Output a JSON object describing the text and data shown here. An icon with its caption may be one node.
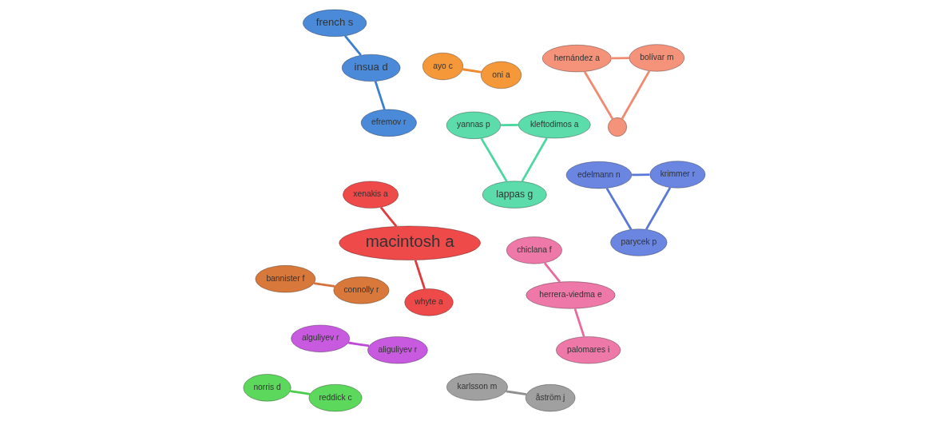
{
  "diagram": {
    "nodes": [
      {
        "text": [
          "alguliyev r"
        ]
      },
      {
        "text": [
          "aliguliyev r"
        ]
      },
      {
        "text": [
          "edelmann n"
        ]
      },
      {
        "text": [
          "krimmer r"
        ]
      },
      {
        "text": [
          "parycek p"
        ]
      },
      {
        "text": [
          "norris d"
        ]
      },
      {
        "text": [
          "reddick c"
        ]
      },
      {
        "text": [
          "french s"
        ]
      },
      {
        "text": [
          "insua d"
        ]
      },
      {
        "text": [
          "efremov r"
        ]
      },
      {
        "text": [
          "bannister f"
        ]
      },
      {
        "text": [
          "connolly r"
        ]
      },
      {
        "text": [
          "hernández a"
        ]
      },
      {
        "text": [
          "bolívar m"
        ]
      },
      {
        "text": [],
        "shape": "circle"
      },
      {
        "text": [
          "chiclana f"
        ]
      },
      {
        "text": [
          "herrera-viedma e"
        ]
      },
      {
        "text": [
          "palomares i"
        ]
      },
      {
        "text": [
          "yannas p"
        ]
      },
      {
        "text": [
          "kleftodimos a"
        ]
      },
      {
        "text": [
          "lappas g"
        ]
      },
      {
        "text": [
          "xenakis a"
        ]
      },
      {
        "text": [
          "karlsson m"
        ]
      },
      {
        "text": [
          "åström j"
        ]
      },
      {
        "text": [
          "macintosh a"
        ]
      },
      {
        "text": [
          "ayo c"
        ]
      },
      {
        "text": [
          "whyte a"
        ]
      },
      {
        "text": [
          "oni a"
        ]
      }
    ],
    "edges": [
      {
        "from": 0,
        "to": 1,
        "arrow": "none",
        "color": "#c04ad8"
      },
      {
        "from": 2,
        "to": 3,
        "arrow": "none",
        "color": "#5a78d8"
      },
      {
        "from": 2,
        "to": 4,
        "arrow": "none",
        "color": "#5a78d8"
      },
      {
        "from": 3,
        "to": 4,
        "arrow": "none",
        "color": "#5a78d8"
      },
      {
        "from": 5,
        "to": 6,
        "arrow": "none",
        "color": "#4ccc4c"
      },
      {
        "from": 7,
        "to": 8,
        "arrow": "none",
        "color": "#3a7fd0"
      },
      {
        "from": 8,
        "to": 9,
        "arrow": "none",
        "color": "#3a7fd0"
      },
      {
        "from": 11,
        "to": 10,
        "arrow": "none",
        "color": "#d8703a"
      },
      {
        "from": 12,
        "to": 13,
        "arrow": "none",
        "color": "#f08a70"
      },
      {
        "from": 14,
        "to": 13,
        "arrow": "none",
        "color": "#f08a70"
      },
      {
        "from": 12,
        "to": 14,
        "arrow": "none",
        "color": "#f08a70"
      },
      {
        "from": 15,
        "to": 16,
        "arrow": "none",
        "color": "#e86a9e"
      },
      {
        "from": 16,
        "to": 17,
        "arrow": "none",
        "color": "#e86a9e"
      },
      {
        "from": 19,
        "to": 18,
        "arrow": "none",
        "color": "#4cd8a0"
      },
      {
        "from": 19,
        "to": 20,
        "arrow": "none",
        "color": "#4cd8a0"
      },
      {
        "from": 18,
        "to": 20,
        "arrow": "none",
        "color": "#4cd8a0"
      },
      {
        "from": 22,
        "to": 23,
        "arrow": "none",
        "color": "#909090"
      },
      {
        "from": 21,
        "to": 24,
        "arrow": "none",
        "color": "#e03a3a"
      },
      {
        "from": 24,
        "to": 26,
        "arrow": "none",
        "color": "#e03a3a"
      },
      {
        "from": 27,
        "to": 25,
        "arrow": "none",
        "color": "#f08a30"
      }
    ]
  }
}
